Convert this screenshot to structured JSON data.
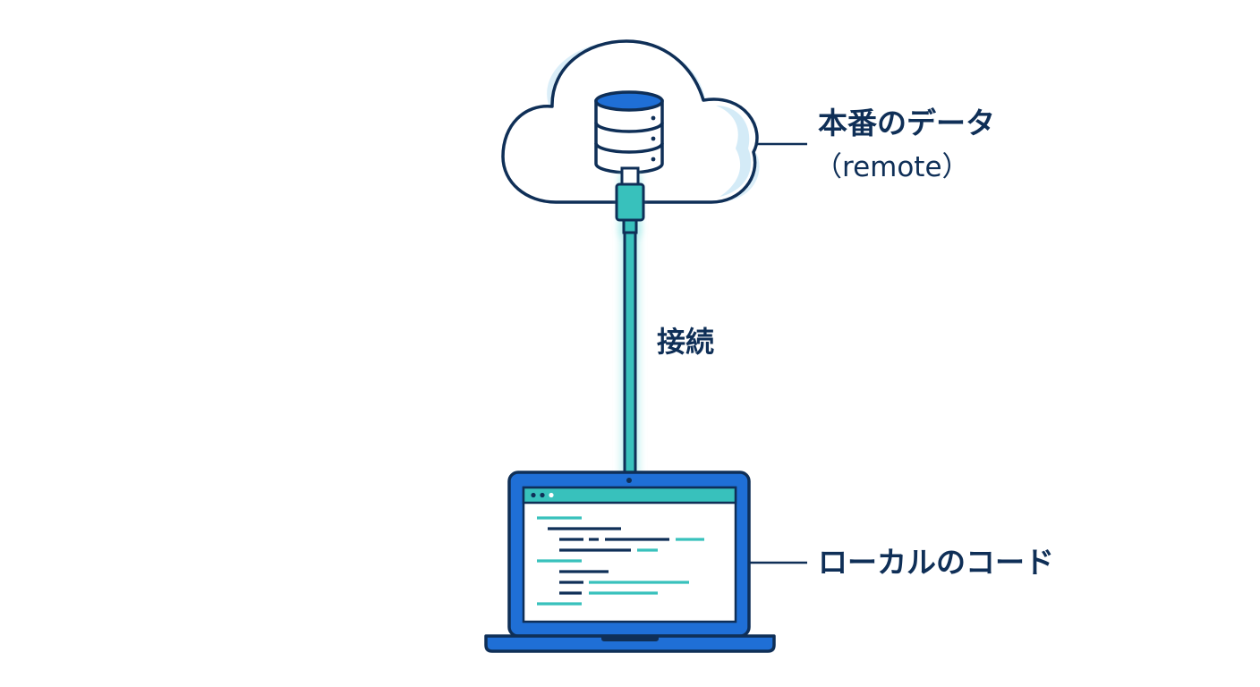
{
  "remote": {
    "title": "本番のデータ",
    "subtitle": "（remote）"
  },
  "connection": {
    "label": "接続"
  },
  "local": {
    "title": "ローカルのコード"
  },
  "icons": {
    "cloud": "cloud-icon",
    "database": "database-icon",
    "plug": "plug-icon",
    "laptop": "laptop-icon"
  },
  "colors": {
    "navy": "#0f2f57",
    "blue": "#1f6fd6",
    "teal": "#38c1bc",
    "cloud_shadow": "#dbeef8",
    "glow": "#bff1f0"
  }
}
